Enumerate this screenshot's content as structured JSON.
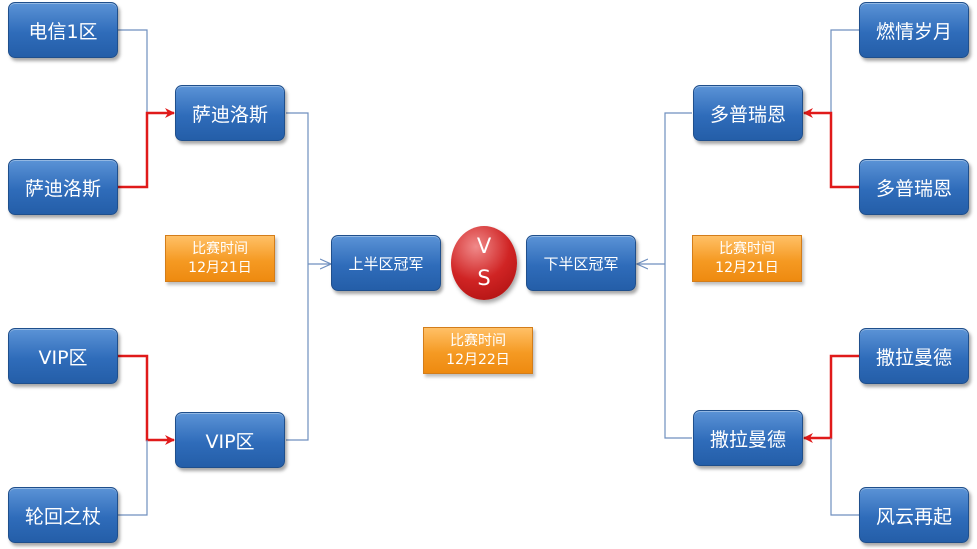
{
  "bracket": {
    "left": {
      "round1": [
        "电信1区",
        "萨迪洛斯",
        "VIP区",
        "轮回之杖"
      ],
      "round2": [
        "萨迪洛斯",
        "VIP区"
      ],
      "final": "上半区冠军"
    },
    "right": {
      "round1": [
        "燃情岁月",
        "多普瑞恩",
        "撒拉曼德",
        "风云再起"
      ],
      "round2": [
        "多普瑞恩",
        "撒拉曼德"
      ],
      "final": "下半区冠军"
    }
  },
  "schedule": {
    "left": {
      "label": "比赛时间",
      "date": "12月21日"
    },
    "center": {
      "label": "比赛时间",
      "date": "12月22日"
    },
    "right": {
      "label": "比赛时间",
      "date": "12月21日"
    }
  },
  "vs": {
    "v": "V",
    "s": "S"
  },
  "colors": {
    "team_box": "#2f6cba",
    "advance_line": "#e01a1a",
    "line": "#6f8fbf",
    "time_box": "#f59a23",
    "vs_circle": "#d02424"
  }
}
